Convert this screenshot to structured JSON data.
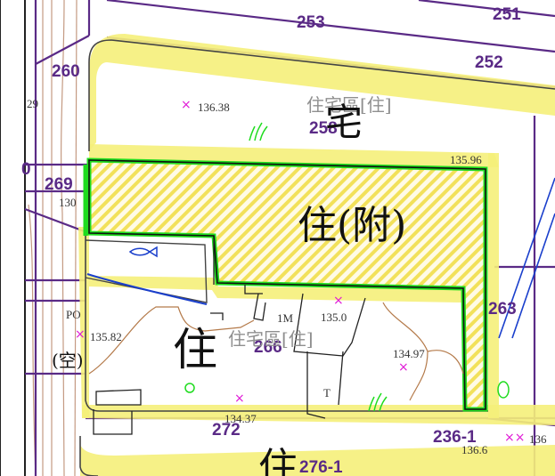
{
  "parcels": {
    "p253": "253",
    "p251": "251",
    "p252": "252",
    "p260": "260",
    "p258": "258",
    "p269": "269",
    "p263": "263",
    "p266": "266",
    "p272": "272",
    "p236_1": "236-1",
    "p276_1": "276-1"
  },
  "elevations": {
    "e136_38": "136.38",
    "e135_96": "135.96",
    "e135_82": "135.82",
    "e135_0": "135.0",
    "e134_97": "134.97",
    "e134_3": "134.37",
    "e136_right": "136",
    "e136_bottom": "136.6",
    "e29": "29",
    "e130": "130",
    "e0": "0"
  },
  "zones": {
    "residential_area_top": "住宅區[住]",
    "residential_area_mid": "住宅區[住]",
    "residential_big_top": "宅",
    "residential_big": "住",
    "residential_attached": "住(附)",
    "residential_bottom": "住",
    "open_space": "(空)",
    "po_label": "PO",
    "label_1m": "1M",
    "label_t": "T"
  },
  "marks": {
    "cross": "×",
    "double_cross": "××"
  },
  "colors": {
    "parcel_text": "#5a2a86",
    "boundary_purple": "#5a2a86",
    "highlight_green": "#1fdc1f",
    "road_yellow": "#f5f07a",
    "hatch_yellow": "#f2e15a",
    "contour_brown": "#b47a4a",
    "water_blue": "#1a3fcc",
    "elev_mark_magenta": "#e01ad6"
  },
  "icons": {
    "grass": "grass-symbol-icon",
    "fish": "fish-symbol-icon",
    "tree": "tree-symbol-icon"
  }
}
